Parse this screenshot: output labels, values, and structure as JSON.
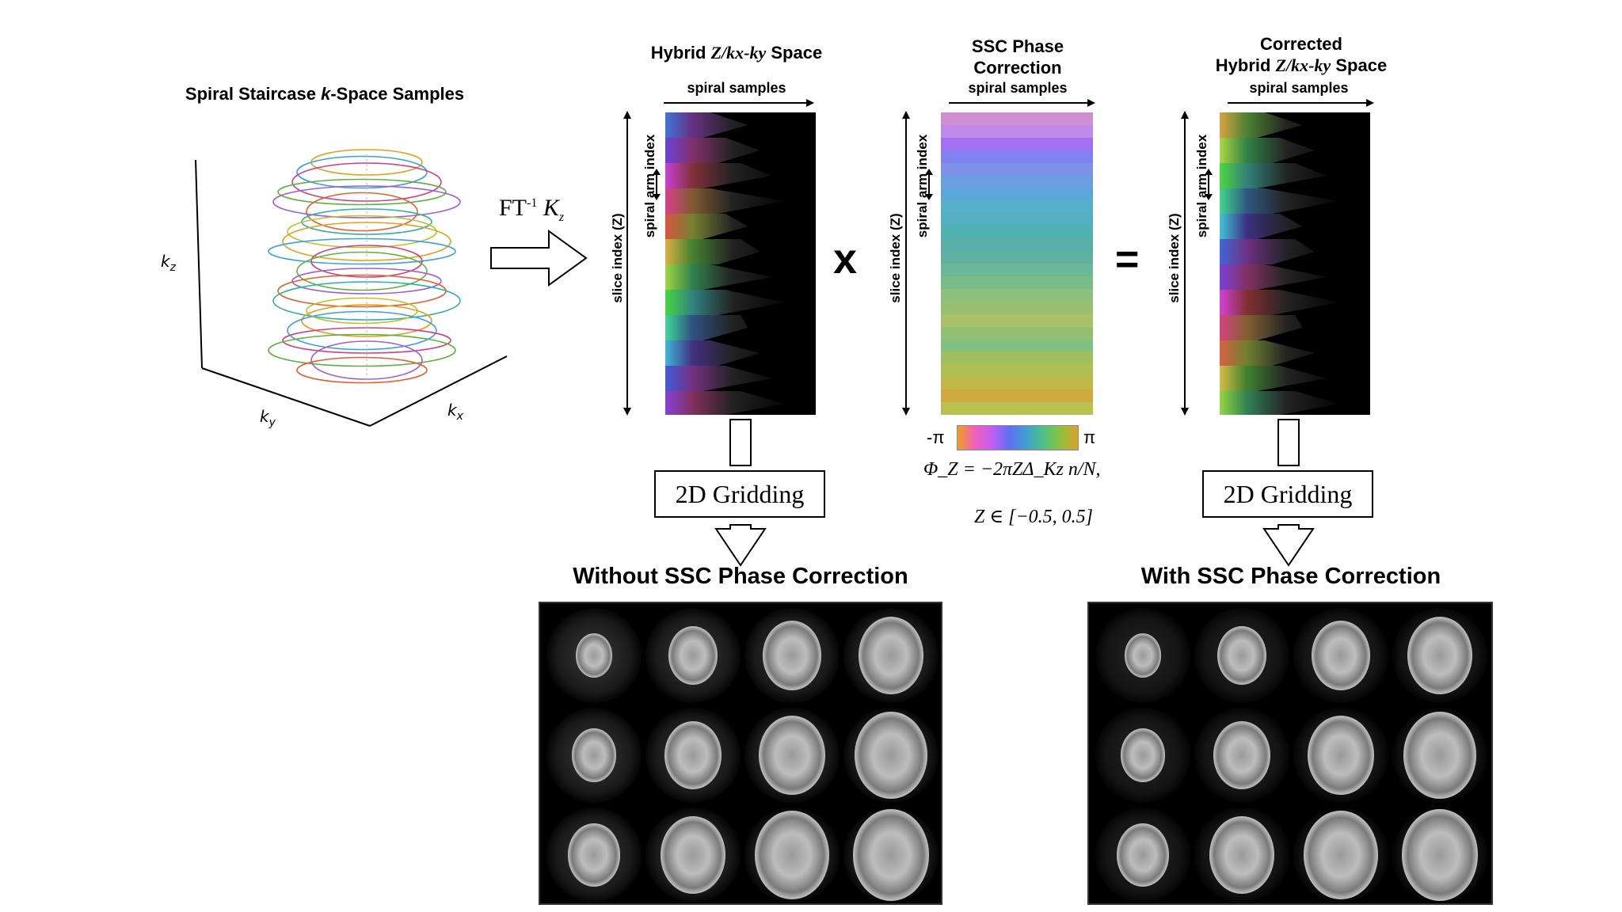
{
  "kspace": {
    "title_pre": "Spiral Staircase ",
    "title_k": "k",
    "title_post": "-Space Samples",
    "kz_label": "kz",
    "ky_label": "ky",
    "kx_label": "kx"
  },
  "transform": {
    "label_ft": "FT",
    "label_sup": "-1",
    "label_k": "K",
    "label_sub": "z"
  },
  "hybrid": {
    "title_pre": "Hybrid ",
    "title_math": "Z/kx-ky",
    "title_post": " Space",
    "x_label": "spiral samples",
    "y_label": "slice index (Z)",
    "arm_label": "spiral arm index"
  },
  "operators": {
    "times": "x",
    "equals": "="
  },
  "ssc": {
    "title_line1": "SSC Phase",
    "title_line2": "Correction",
    "x_label": "spiral samples",
    "y_label": "slice index (Z)",
    "arm_label": "spiral arm index",
    "cb_min": "-π",
    "cb_max": "π",
    "formula_line1": "Φ_Z = −2πZΔ_Kz n/N,",
    "formula_line2": "Z ∈ [−0.5, 0.5]"
  },
  "corrected": {
    "title_line1": "Corrected",
    "title_line2_pre": "Hybrid ",
    "title_line2_math": "Z/kx-ky",
    "title_line2_post": " Space",
    "x_label": "spiral samples",
    "y_label": "slice index (Z)",
    "arm_label": "spiral arm index"
  },
  "gridding": {
    "left_label": "2D Gridding",
    "right_label": "2D Gridding"
  },
  "results": {
    "left_title": "Without SSC Phase Correction",
    "right_title": "With SSC Phase Correction"
  },
  "colors": {
    "stroke": "#000000",
    "helix": [
      "#e0a020",
      "#3aa0e0",
      "#d04080",
      "#60b040",
      "#a060d0",
      "#e06030",
      "#30b0a0",
      "#c0c030"
    ]
  }
}
